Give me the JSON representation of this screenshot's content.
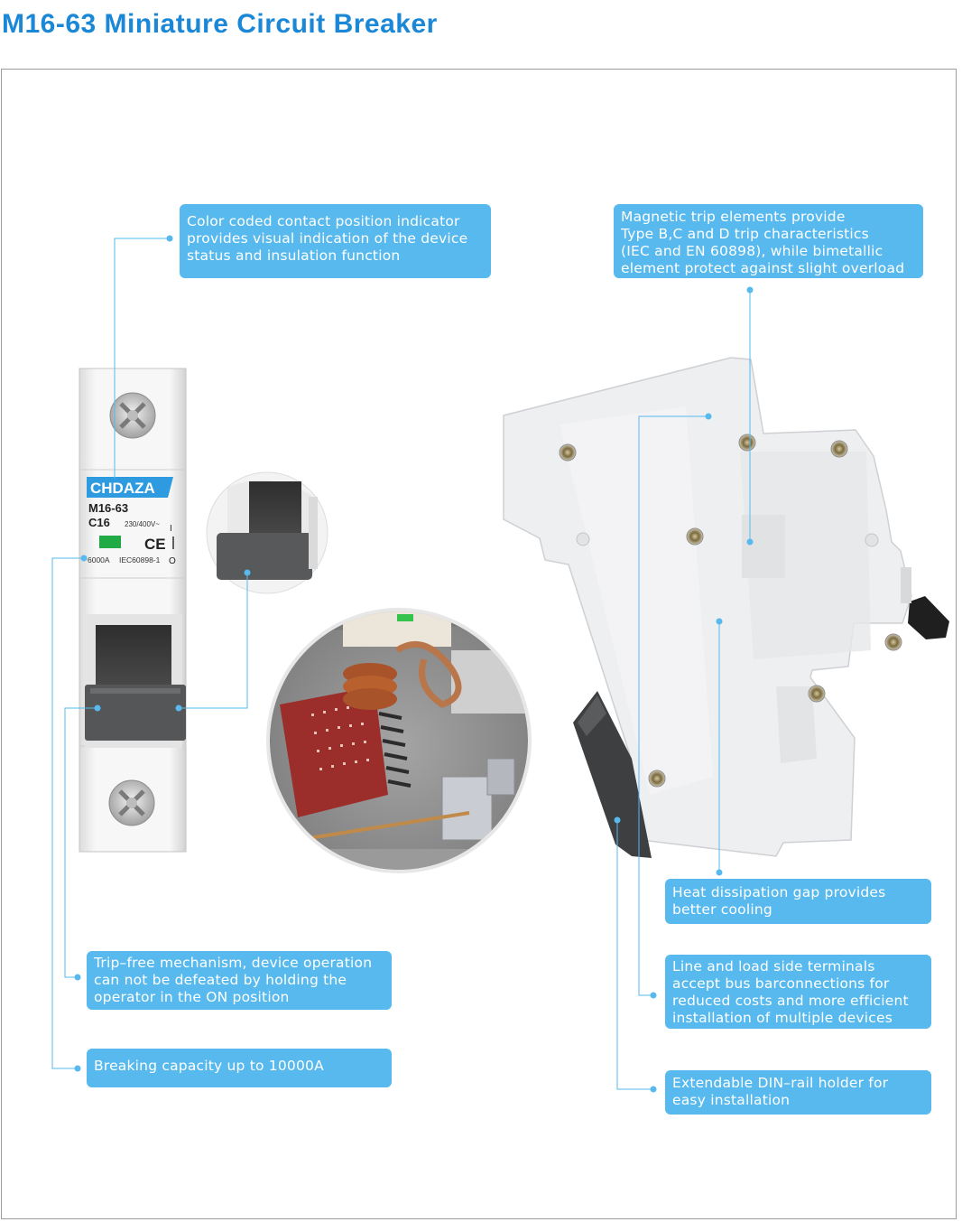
{
  "page": {
    "title": "M16-63 Miniature Circuit Breaker"
  },
  "product": {
    "brand": "CHDAZA",
    "model": "M16-63",
    "curve": "C16",
    "voltage": "230/400V~",
    "breaking": "6000A",
    "standard": "IEC60898-1",
    "on_mark": "I",
    "off_mark": "O"
  },
  "callouts": {
    "indicator": "Color coded contact position indicator\nprovides visual indication of the device\nstatus and insulation function",
    "magnetic": "Magnetic trip elements provide\nType B,C and D trip characteristics\n(IEC and EN 60898), while bimetallic\nelement protect against slight overload",
    "heat": "Heat dissipation gap provides\nbetter cooling",
    "trip_free": "Trip–free mechanism, device operation\ncan not be defeated by holding the\noperator in the ON position",
    "terminals": "Line and load side terminals\naccept bus barconnections for\nreduced costs and more efficient\ninstallation of multiple devices",
    "breaking_capacity": "Breaking capacity up to 10000A",
    "din_rail": "Extendable DIN–rail holder for\neasy installation"
  },
  "colors": {
    "accent": "#1a88d6",
    "callout_bg": "#57b9ed",
    "leader_line": "#57b9ed"
  }
}
